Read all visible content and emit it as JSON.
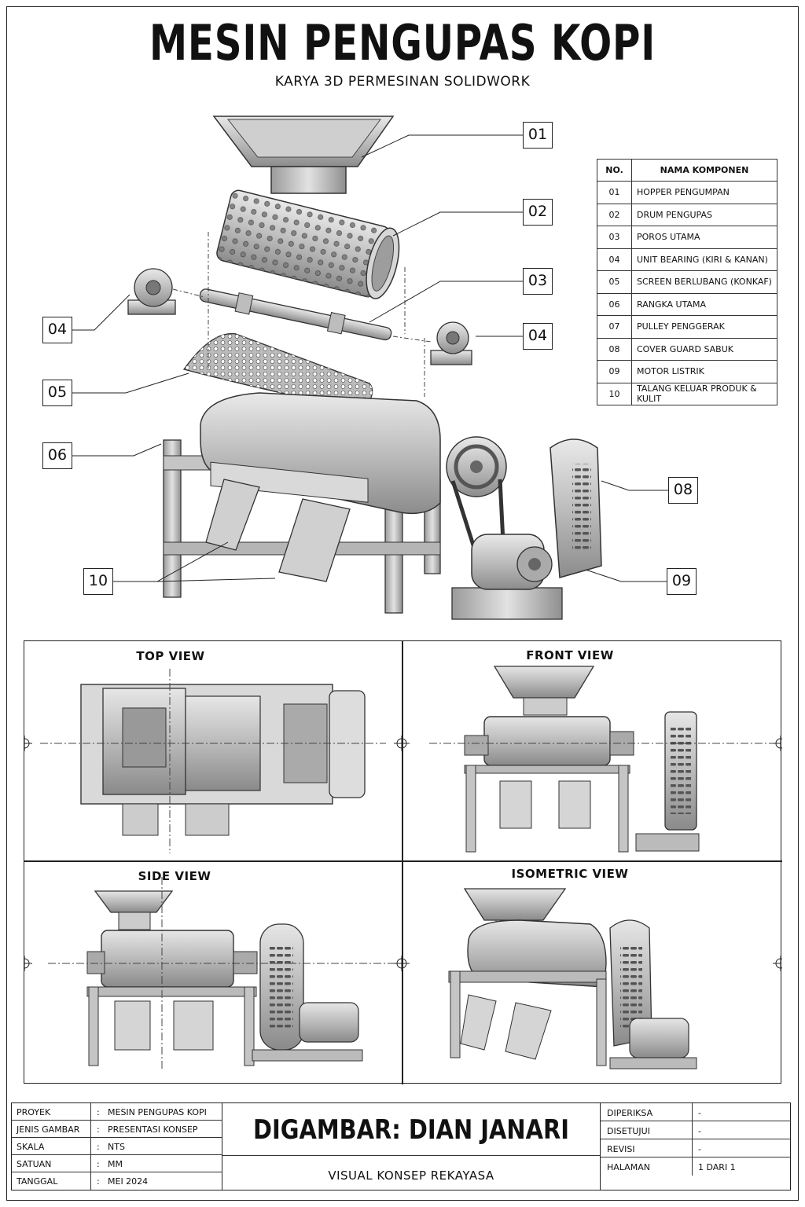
{
  "header": {
    "title": "MESIN PENGUPAS KOPI",
    "subtitle": "KARYA 3D PERMESINAN SOLIDWORK"
  },
  "callouts": [
    "01",
    "02",
    "03",
    "04",
    "04",
    "05",
    "06",
    "08",
    "10",
    "09"
  ],
  "parts_table": {
    "headers": [
      "NO.",
      "NAMA KOMPONEN"
    ],
    "rows": [
      {
        "no": "01",
        "name": "HOPPER PENGUMPAN"
      },
      {
        "no": "02",
        "name": "DRUM PENGUPAS"
      },
      {
        "no": "03",
        "name": "POROS UTAMA"
      },
      {
        "no": "04",
        "name": "UNIT BEARING (KIRI & KANAN)"
      },
      {
        "no": "05",
        "name": "SCREEN BERLUBANG (KONKAF)"
      },
      {
        "no": "06",
        "name": "RANGKA UTAMA"
      },
      {
        "no": "07",
        "name": "PULLEY PENGGERAK"
      },
      {
        "no": "08",
        "name": "COVER GUARD SABUK"
      },
      {
        "no": "09",
        "name": "MOTOR LISTRIK"
      },
      {
        "no": "10",
        "name": "TALANG KELUAR PRODUK & KULIT"
      }
    ]
  },
  "views": {
    "top": "TOP VIEW",
    "front": "FRONT VIEW",
    "side": "SIDE VIEW",
    "iso": "ISOMETRIC VIEW"
  },
  "title_block": {
    "left": [
      {
        "key": "PROYEK",
        "value": "MESIN PENGUPAS KOPI"
      },
      {
        "key": "JENIS GAMBAR",
        "value": "PRESENTASI KONSEP"
      },
      {
        "key": "SKALA",
        "value": "NTS"
      },
      {
        "key": "SATUAN",
        "value": "MM"
      },
      {
        "key": "TANGGAL",
        "value": "MEI 2024"
      }
    ],
    "separator": ":",
    "author": "DIGAMBAR: DIAN JANARI",
    "concept": "VISUAL KONSEP REKAYASA",
    "right": [
      {
        "key": "DIPERIKSA",
        "value": "-"
      },
      {
        "key": "DISETUJUI",
        "value": "-"
      },
      {
        "key": "REVISI",
        "value": "-"
      },
      {
        "key": "HALAMAN",
        "value": "1 DARI 1"
      }
    ]
  }
}
